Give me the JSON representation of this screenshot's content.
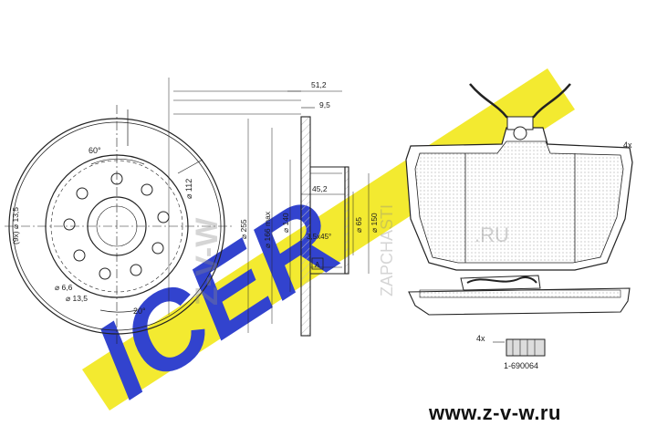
{
  "disc": {
    "angle_top": "60°",
    "bolt_circle": "⌀ 112",
    "holes": "(9x) ⌀ 13,5",
    "pin_hole": "⌀ 6,6",
    "pin_hole2": "⌀ 13,5",
    "angle_bottom": "20°"
  },
  "profile": {
    "dim_total": "51,2",
    "dim_thickness": "9,5",
    "dim_hat": "45,2",
    "dim_outer": "⌀ 255",
    "dim_inner_max": "⌀ 166 max",
    "dim_140": "⌀ 140",
    "dim_65": "⌀ 65",
    "dim_150": "⌀ 150",
    "chamfer": "3,5x45°",
    "datum": "A"
  },
  "pads": {
    "qty": "4x"
  },
  "accessory": {
    "qty": "4x",
    "part_number": "1-690064"
  },
  "watermark": {
    "brand": "ICER",
    "text1": "Z-V-W",
    "text2": ".RU",
    "text3": "ZAPCHASTI"
  },
  "footer": {
    "website": "www.z-v-w.ru"
  },
  "colors": {
    "watermark_yellow": "#f2e81a",
    "watermark_blue": "#1c2fc9",
    "line": "#222222"
  }
}
